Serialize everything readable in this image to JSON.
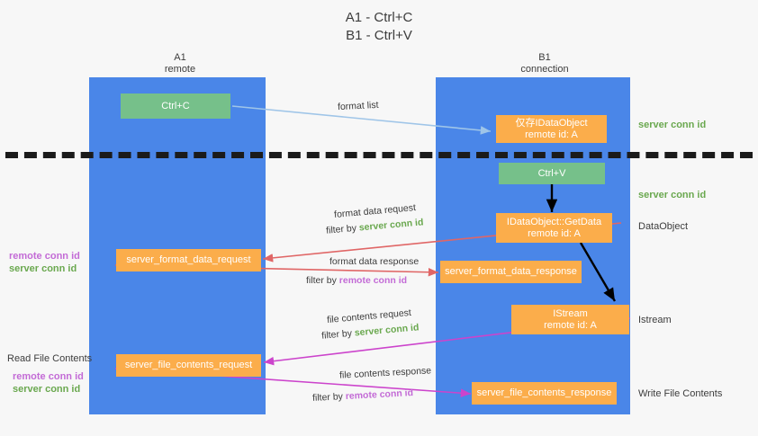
{
  "title": {
    "line1": "A1 - Ctrl+C",
    "line2": "B1 - Ctrl+V"
  },
  "lanes": [
    {
      "id": "a1",
      "name": "A1",
      "sub": "remote"
    },
    {
      "id": "b1",
      "name": "B1",
      "sub": "connection"
    }
  ],
  "boxes": {
    "ctrl_c": "Ctrl+C",
    "ctrl_v": "Ctrl+V",
    "idataobject_title": "仅存IDataObject",
    "idataobject_sub": "remote id: A",
    "getdata_title": "IDataObject::GetData",
    "getdata_sub": "remote id: A",
    "istream_title": "IStream",
    "istream_sub": "remote id: A",
    "server_format_data_request": "server_format_data_request",
    "server_format_data_response": "server_format_data_response",
    "server_file_contents_request": "server_file_contents_request",
    "server_file_contents_response": "server_file_contents_response"
  },
  "right_labels": {
    "server_conn_id_1": "server conn id",
    "server_conn_id_2": "server conn id",
    "dataobject": "DataObject",
    "istream": "Istream",
    "write_file_contents": "Write File Contents"
  },
  "left_labels": {
    "remote_conn_id_1": "remote conn id",
    "server_conn_id_1": "server conn id",
    "read_file_contents": "Read File Contents",
    "remote_conn_id_2": "remote conn id",
    "server_conn_id_2": "server conn id"
  },
  "captions": {
    "format_list": "format list",
    "format_data_request": "format data request",
    "filter_by": "filter by",
    "server_conn_id": "server conn id",
    "remote_conn_id": "remote conn id",
    "format_data_response": "format data response",
    "file_contents_request": "file contents request",
    "file_contents_response": "file contents response"
  },
  "colors": {
    "lane": "#4a86e8",
    "orange": "#fbad4b",
    "green_box": "#76c08a",
    "green_text": "#6aa84f",
    "magenta_text": "#c36bd6",
    "red_arrow": "#e06666",
    "magenta_arrow": "#cc44cc",
    "blue_arrow": "#9fc5e8",
    "black_arrow": "#000000",
    "background": "#f7f7f7"
  }
}
